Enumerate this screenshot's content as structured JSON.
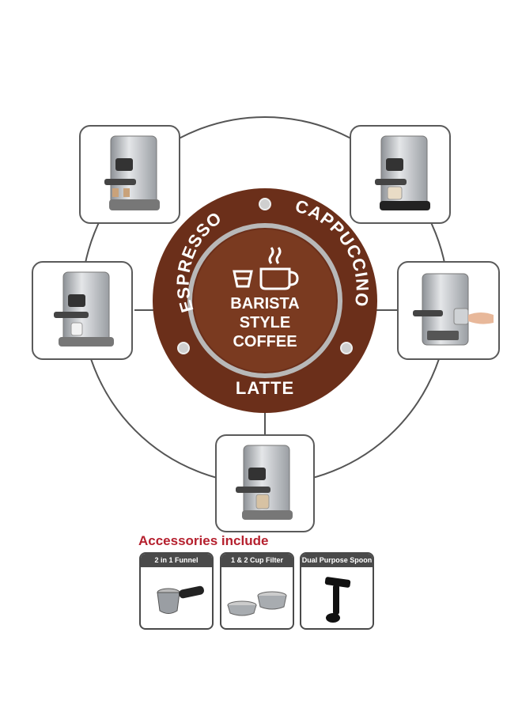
{
  "hub": {
    "outer_labels": {
      "espresso": "ESPRESSO",
      "cappuccino": "CAPPUCCINO",
      "latte": "LATTE"
    },
    "center_lines": [
      "BARISTA",
      "STYLE",
      "COFFEE"
    ],
    "colors": {
      "ring": "#6b2f1a",
      "ring_inner": "#7a3a20",
      "text": "#ffffff"
    }
  },
  "accessories": {
    "title": "Accessories include",
    "items": [
      {
        "label": "2 in 1 Funnel"
      },
      {
        "label": "1 & 2 Cup Filter"
      },
      {
        "label": "Dual Purpose Spoon"
      }
    ]
  }
}
